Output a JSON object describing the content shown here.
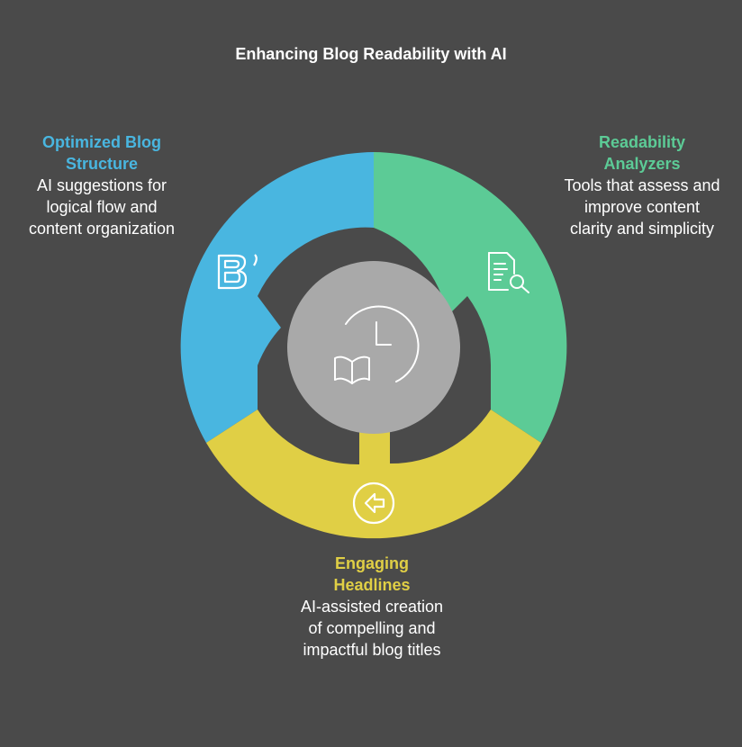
{
  "title": "Enhancing Blog Readability with AI",
  "colors": {
    "background": "#4a4a4a",
    "blue": "#49b6e0",
    "green": "#5ccb96",
    "yellow": "#e0cf45",
    "center": "#a9a9a9"
  },
  "segments": [
    {
      "id": "structure",
      "heading": "Optimized Blog Structure",
      "body": "AI suggestions for logical flow and content organization",
      "icon": "bold-text-icon"
    },
    {
      "id": "analyzers",
      "heading": "Readability Analyzers",
      "body": "Tools that assess and improve content clarity and simplicity",
      "icon": "document-search-icon"
    },
    {
      "id": "headlines",
      "heading": "Engaging Headlines",
      "body": "AI-assisted creation of compelling and impactful blog titles",
      "icon": "arrow-left-circle-icon"
    }
  ],
  "center_icon": "clock-book-icon"
}
